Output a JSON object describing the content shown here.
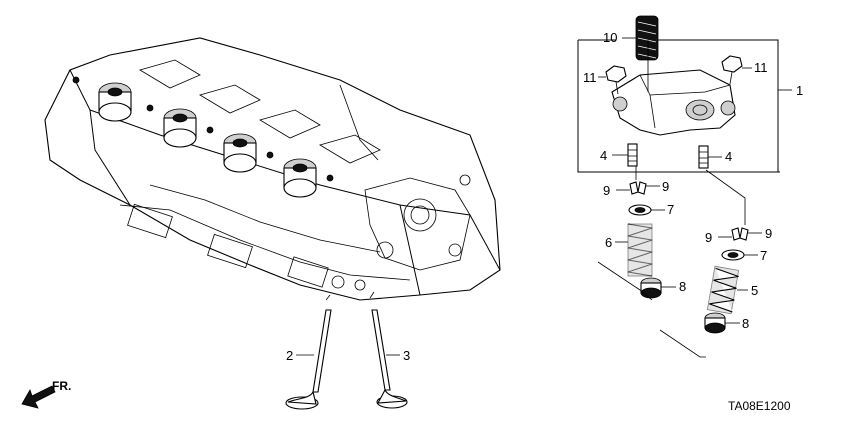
{
  "diagram": {
    "callouts": {
      "c1": "1",
      "c2": "2",
      "c3": "3",
      "c4a": "4",
      "c4b": "4",
      "c5": "5",
      "c6": "6",
      "c7a": "7",
      "c7b": "7",
      "c8a": "8",
      "c8b": "8",
      "c9a": "9",
      "c9b": "9",
      "c9c": "9",
      "c9d": "9",
      "c10": "10",
      "c11a": "11",
      "c11b": "11"
    },
    "direction_label": "FR.",
    "diagram_code": "TA08E1200"
  }
}
